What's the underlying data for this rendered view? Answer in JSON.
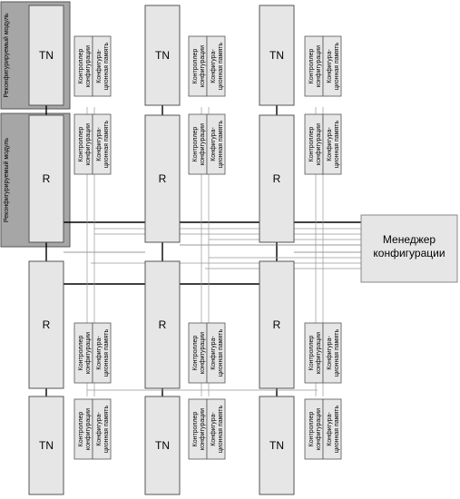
{
  "labels": {
    "tn": "TN",
    "r": "R",
    "controller": [
      "Контроллер",
      "конфигурации"
    ],
    "memory": [
      "Конфигура-",
      "ционная память"
    ],
    "region": "Реконфигурируемый модуль",
    "manager": [
      "Менеджер",
      "конфигурации"
    ]
  }
}
